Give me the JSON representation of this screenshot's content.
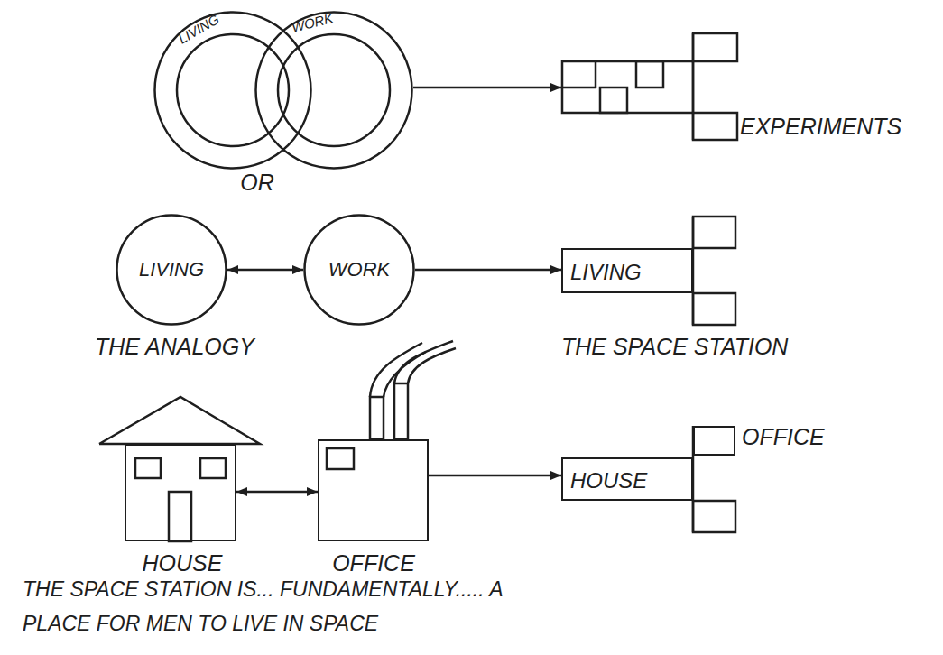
{
  "diagram": {
    "caption": "THE SPACE STATION IS... FUNDAMENTALLY..... A PLACE FOR MEN TO LIVE IN SPACE",
    "nodes": [
      {
        "text": [
          "LIVING"
        ]
      },
      {
        "text": [
          "WORK"
        ]
      },
      {
        "text": [
          "EXPERIMENTS"
        ]
      },
      {
        "text": [
          "LIVING"
        ]
      },
      {
        "text": [
          "WORK"
        ]
      },
      {
        "text": [
          "LIVING"
        ]
      },
      {
        "text": [
          "HOUSE"
        ]
      },
      {
        "text": [
          "OFFICE"
        ]
      },
      {
        "text": [
          "HOUSE"
        ]
      },
      {
        "text": [
          "OFFICE"
        ]
      }
    ],
    "edges": [
      {
        "from": 1,
        "to": 2,
        "arrow": "to"
      },
      {
        "from": 3,
        "to": 4,
        "arrow": "both"
      },
      {
        "from": 4,
        "to": 5,
        "arrow": "to"
      },
      {
        "from": 6,
        "to": 7,
        "arrow": "both"
      },
      {
        "from": 7,
        "to": 8,
        "arrow": "to"
      }
    ],
    "labels": [
      "OR",
      "THE ANALOGY",
      "THE SPACE STATION"
    ]
  }
}
